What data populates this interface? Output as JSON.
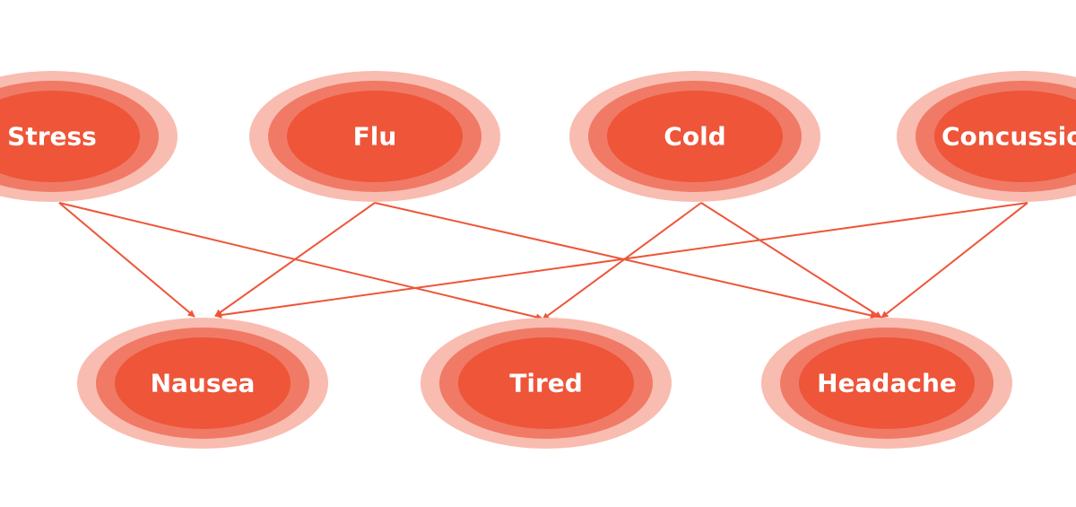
{
  "colors": {
    "background": "#ffffff",
    "ring_outer": "#f9bcb0",
    "ring_middle": "#f07a66",
    "core": "#ee5539",
    "edge": "#ee5539",
    "label": "#ffffff"
  },
  "nodes": {
    "stress": "Stress",
    "flu": "Flu",
    "cold": "Cold",
    "concussion": "Concussion",
    "nausea": "Nausea",
    "tired": "Tired",
    "headache": "Headache"
  },
  "edges": [
    {
      "from": "stress",
      "to": "nausea"
    },
    {
      "from": "stress",
      "to": "tired"
    },
    {
      "from": "flu",
      "to": "nausea"
    },
    {
      "from": "flu",
      "to": "headache"
    },
    {
      "from": "cold",
      "to": "tired"
    },
    {
      "from": "cold",
      "to": "headache"
    },
    {
      "from": "concussion",
      "to": "nausea"
    },
    {
      "from": "concussion",
      "to": "headache"
    }
  ]
}
